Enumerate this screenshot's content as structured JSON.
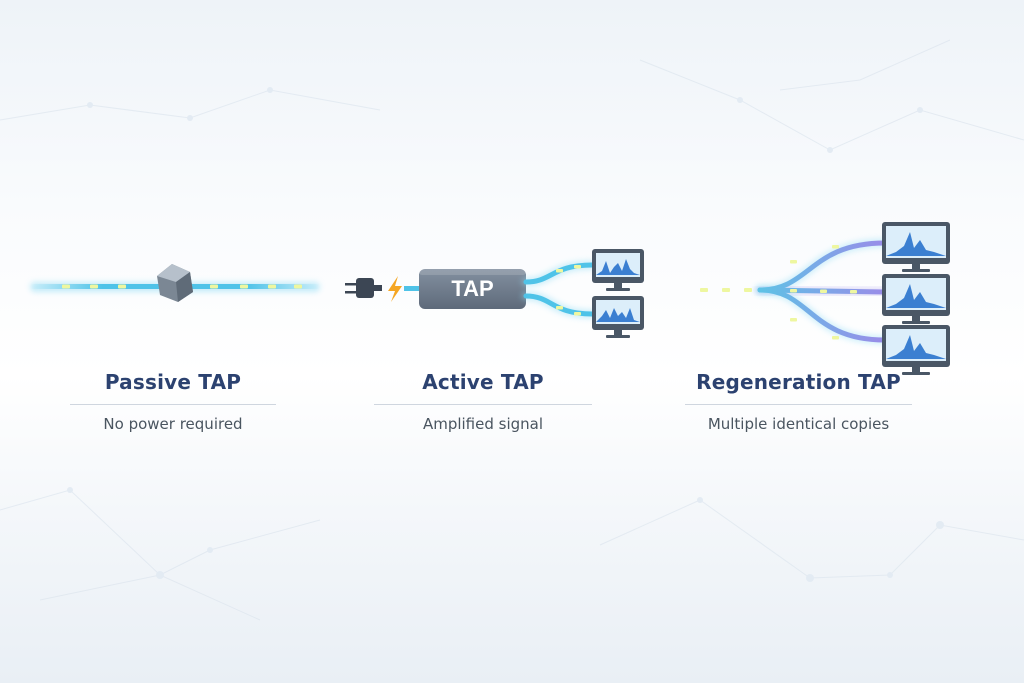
{
  "colors": {
    "title": "#2c4270",
    "subtitle": "#4a5560",
    "signal": "#4fc3e8",
    "signal_purple": "#9a8ce8",
    "packet": "#eef7a0",
    "tap_box": "#6e7b8c",
    "monitor_frame": "#4a5766",
    "monitor_screen": "#dceefa",
    "waveform": "#3b7fd1"
  },
  "icons": [
    "splitter-prism-icon",
    "power-plug-icon",
    "lightning-bolt-icon",
    "monitor-icon"
  ],
  "passive": {
    "title": "Passive TAP",
    "subtitle": "No power required"
  },
  "active": {
    "title": "Active TAP",
    "subtitle": "Amplified signal",
    "device_label": "TAP"
  },
  "regeneration": {
    "title": "Regeneration TAP",
    "subtitle": "Multiple identical copies"
  }
}
